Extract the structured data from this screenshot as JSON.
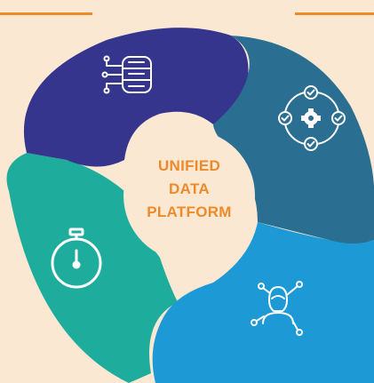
{
  "center": {
    "line1": "UNIFIED",
    "line2": "DATA",
    "line3": "PLATFORM"
  },
  "colors": {
    "background": "#fbe8d3",
    "accent": "#ee8a2a",
    "center_circle": "#fbe8d3",
    "title_text": "#ee8a2a",
    "segment_top_left": "#35358d",
    "segment_top_right": "#2a6e92",
    "segment_bottom_right": "#1d9ad6",
    "segment_bottom_left": "#1eac9c",
    "icon_stroke": "#ffffff"
  },
  "segments": [
    {
      "id": "top-left",
      "icon": "database-icon"
    },
    {
      "id": "top-right",
      "icon": "gear-with-checks-icon"
    },
    {
      "id": "bottom-right",
      "icon": "user-network-icon"
    },
    {
      "id": "bottom-left",
      "icon": "stopwatch-icon"
    }
  ]
}
